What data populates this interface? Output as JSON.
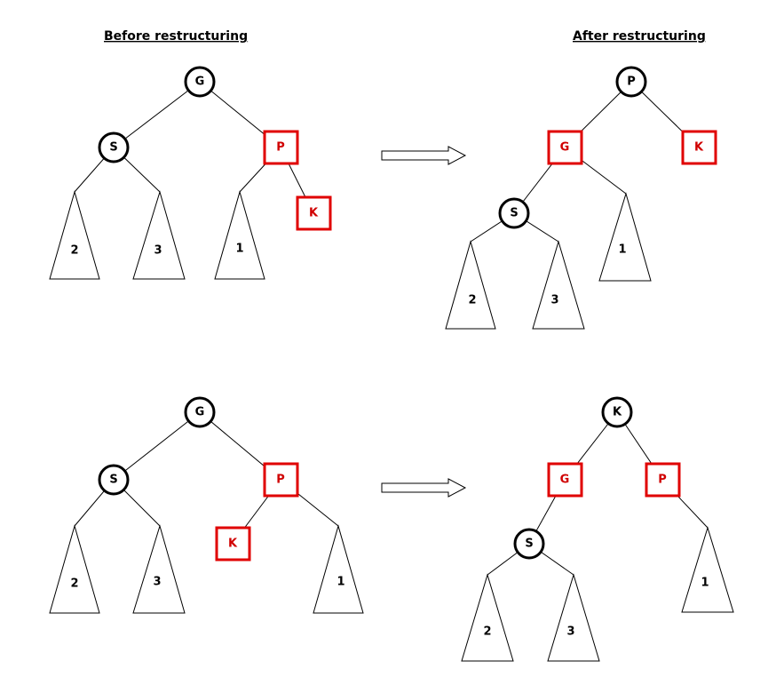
{
  "headings": {
    "before": "Before restructuring",
    "after": "After restructuring"
  },
  "colors": {
    "black_node": "#000000",
    "red_node": "#e00000",
    "red_label": "#d00000",
    "line": "#000000"
  },
  "labels": {
    "G": "G",
    "S": "S",
    "P": "P",
    "K": "K",
    "t1": "1",
    "t2": "2",
    "t3": "3"
  },
  "node_shapes": {
    "black": "circle",
    "red": "square"
  }
}
